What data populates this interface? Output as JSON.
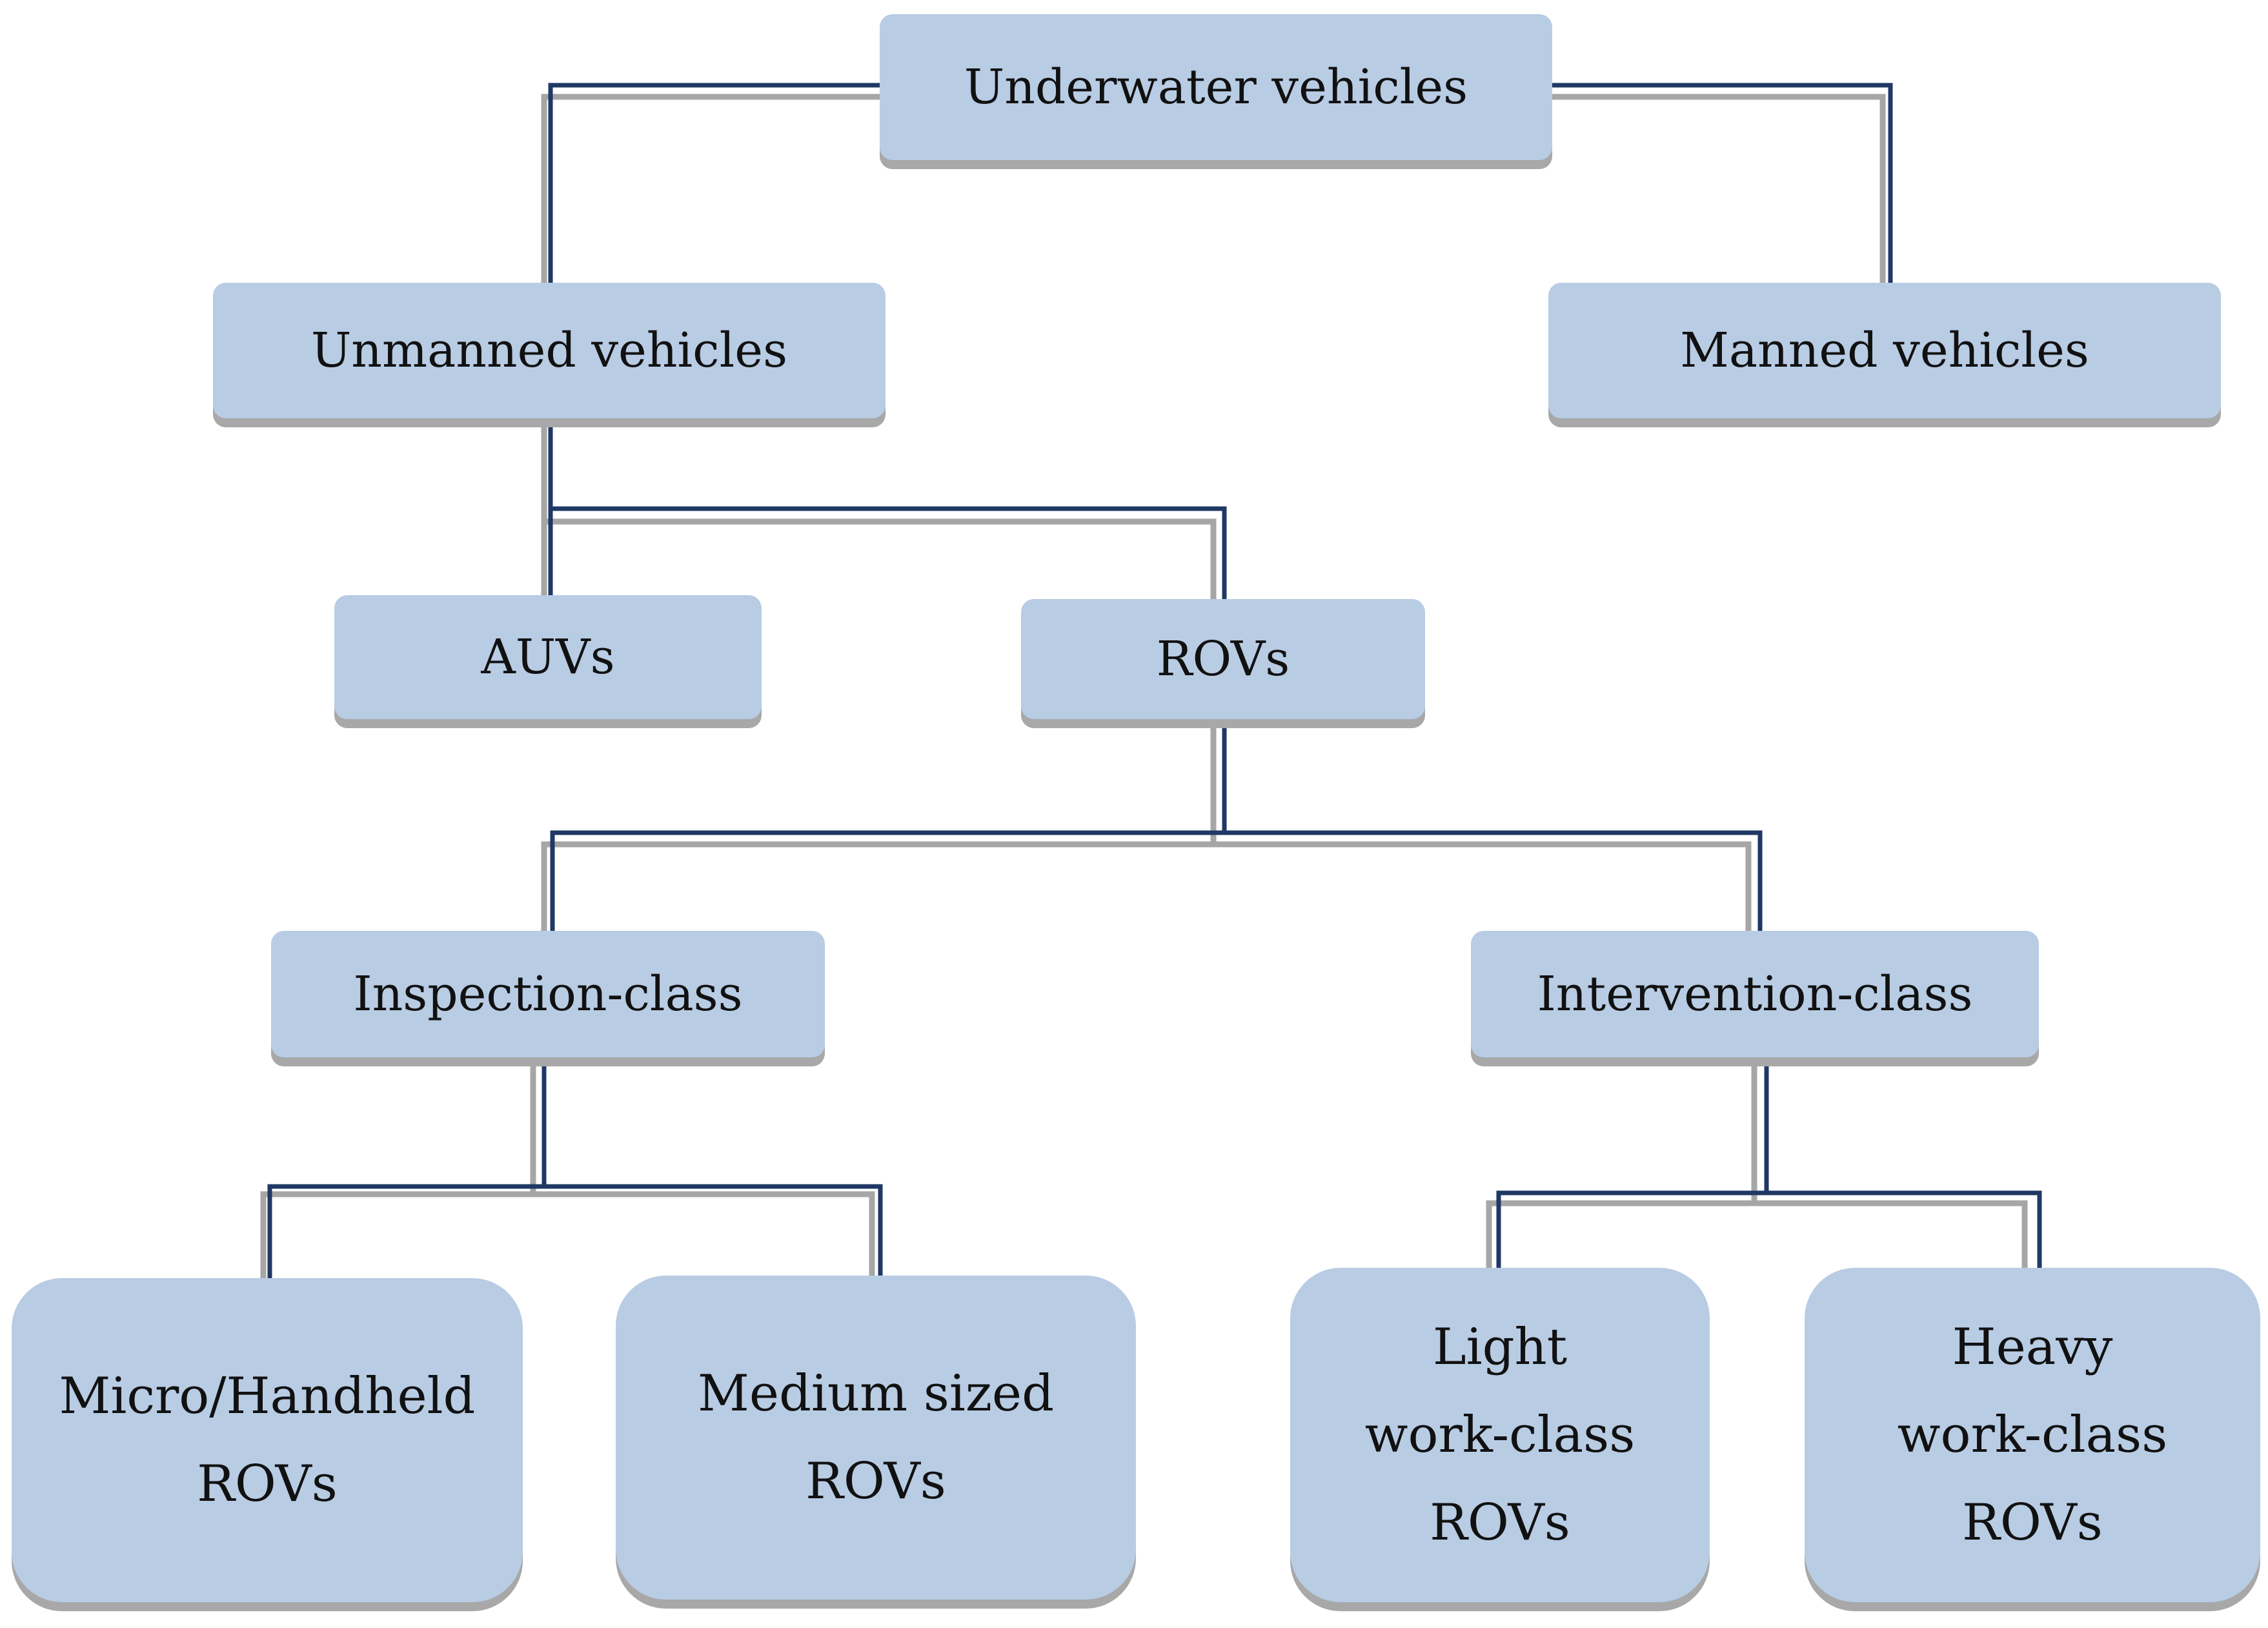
{
  "diagram": {
    "colors": {
      "box_fill": "#b8cce4",
      "connector_dark": "#1f3864",
      "connector_shadow": "#a6a6a6",
      "text": "#111111"
    },
    "nodes": {
      "root": {
        "label": "Underwater vehicles"
      },
      "unmanned": {
        "label": "Unmanned vehicles"
      },
      "manned": {
        "label": "Manned vehicles"
      },
      "auvs": {
        "label": "AUVs"
      },
      "rovs": {
        "label": "ROVs"
      },
      "inspection": {
        "label": "Inspection-class"
      },
      "intervention": {
        "label": "Intervention-class"
      },
      "micro": {
        "lines": [
          "Micro/Handheld",
          "ROVs"
        ]
      },
      "medium": {
        "lines": [
          "Medium sized",
          "ROVs"
        ]
      },
      "light": {
        "lines": [
          "Light",
          "work-class",
          "ROVs"
        ]
      },
      "heavy": {
        "lines": [
          "Heavy",
          "work-class",
          "ROVs"
        ]
      }
    },
    "edges": [
      [
        "root",
        "unmanned"
      ],
      [
        "root",
        "manned"
      ],
      [
        "unmanned",
        "auvs"
      ],
      [
        "unmanned",
        "rovs"
      ],
      [
        "rovs",
        "inspection"
      ],
      [
        "rovs",
        "intervention"
      ],
      [
        "inspection",
        "micro"
      ],
      [
        "inspection",
        "medium"
      ],
      [
        "intervention",
        "light"
      ],
      [
        "intervention",
        "heavy"
      ]
    ]
  }
}
